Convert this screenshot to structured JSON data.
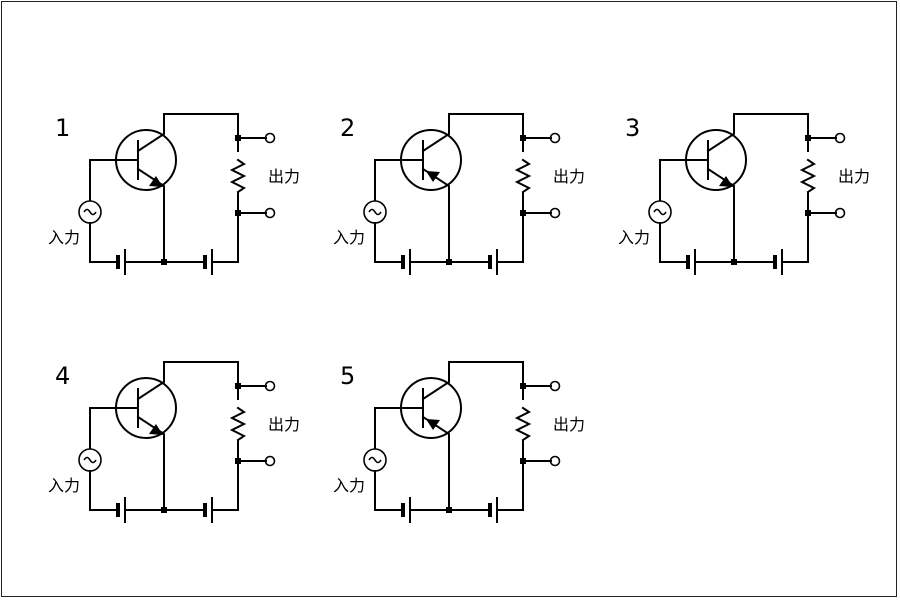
{
  "input_label": "入力",
  "output_label": "出力",
  "circuits": [
    {
      "number": "1",
      "emitter_arrow": "out"
    },
    {
      "number": "2",
      "emitter_arrow": "in"
    },
    {
      "number": "3",
      "emitter_arrow": "out"
    },
    {
      "number": "4",
      "emitter_arrow": "out"
    },
    {
      "number": "5",
      "emitter_arrow": "in"
    }
  ]
}
